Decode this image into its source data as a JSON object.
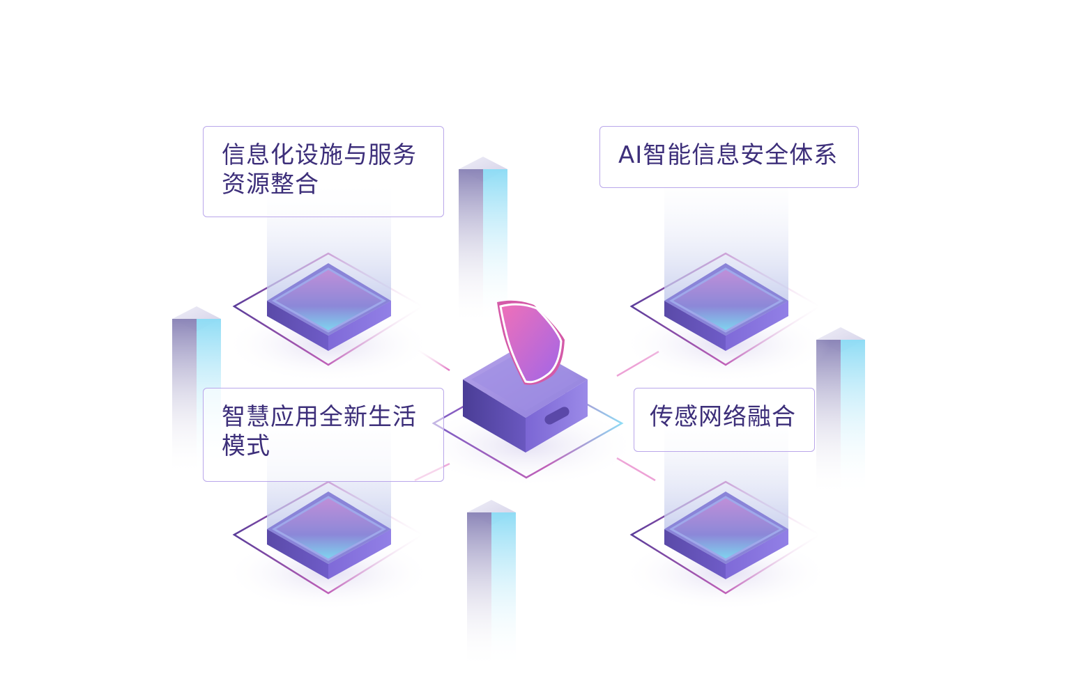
{
  "labels": {
    "top_left": {
      "line1": "信息化设施与服务",
      "line2": "资源整合"
    },
    "top_right": {
      "line1": "AI智能信息安全体系"
    },
    "bottom_left": {
      "line1": "智慧应用全新生活",
      "line2": "模式"
    },
    "bottom_right": {
      "line1": "传感网络融合"
    }
  },
  "colors": {
    "label_text": "#3d2f7a",
    "label_border": "#b9a6ea",
    "platform_side": "#6b5bc4",
    "platform_top": "#c08fd8",
    "shield": "#e070c0",
    "accent_cyan": "#7fdcf2"
  },
  "icons": [
    "shield-icon",
    "server-icon",
    "platform-icon",
    "pillar-icon"
  ]
}
